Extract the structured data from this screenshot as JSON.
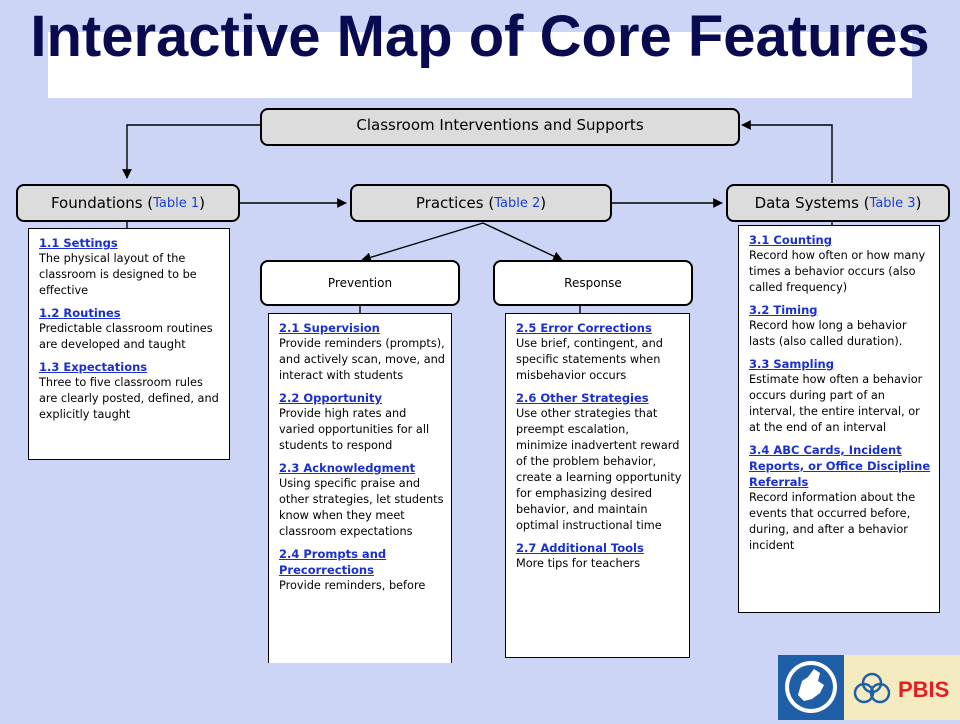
{
  "title": "Interactive Map of Core Features",
  "top_box": {
    "label": "Classroom Interventions and Supports"
  },
  "foundations": {
    "label": "Foundations (",
    "table_ref": "Table 1",
    "close": ")"
  },
  "practices": {
    "label": "Practices (",
    "table_ref": "Table 2",
    "close": ")"
  },
  "data_systems": {
    "label": "Data Systems (",
    "table_ref": "Table 3",
    "close": ")"
  },
  "prevention": {
    "label": "Prevention"
  },
  "response": {
    "label": "Response"
  },
  "foundations_items": [
    {
      "title": "1.1 Settings",
      "desc": "The physical layout of the classroom is designed to be effective"
    },
    {
      "title": "1.2 Routines",
      "desc": "Predictable classroom routines are developed and taught"
    },
    {
      "title": "1.3 Expectations",
      "desc": "Three to five classroom rules are clearly posted, defined, and explicitly taught"
    }
  ],
  "prevention_items": [
    {
      "title": "2.1 Supervision",
      "desc": "Provide reminders (prompts), and actively scan, move, and interact with students"
    },
    {
      "title": "2.2 Opportunity",
      "desc": "Provide high rates and varied opportunities for all students to respond"
    },
    {
      "title": "2.3 Acknowledgment",
      "desc": "Using specific praise and other strategies, let students know when they meet classroom expectations"
    },
    {
      "title": "2.4 Prompts and Precorrections",
      "desc": "Provide reminders, before"
    }
  ],
  "response_items": [
    {
      "title": "2.5 Error Corrections",
      "desc": "Use brief, contingent, and specific statements when misbehavior occurs"
    },
    {
      "title": "2.6 Other Strategies",
      "desc": "Use other strategies that preempt escalation, minimize inadvertent reward of the problem behavior, create a learning opportunity for emphasizing desired behavior, and maintain optimal instructional time"
    },
    {
      "title": "2.7 Additional Tools",
      "desc": "More tips for teachers"
    }
  ],
  "data_items": [
    {
      "title": "3.1 Counting",
      "desc": "Record how often or how many times a behavior occurs (also called frequency)"
    },
    {
      "title": "3.2 Timing",
      "desc": "Record how long a behavior lasts (also called duration)."
    },
    {
      "title": "3.3 Sampling",
      "desc": "Estimate how often a behavior occurs during part of an interval, the entire interval, or at the end of an interval"
    },
    {
      "title": "3.4 ABC Cards, Incident Reports, or Office Discipline Referrals",
      "desc": "Record information about the events that occurred before, during, and after a behavior incident"
    }
  ],
  "logo": {
    "text": "PBIS",
    "brand_blue": "#1f5fa8",
    "brand_red": "#e31e24",
    "brand_yellow": "#f4ecc0"
  }
}
